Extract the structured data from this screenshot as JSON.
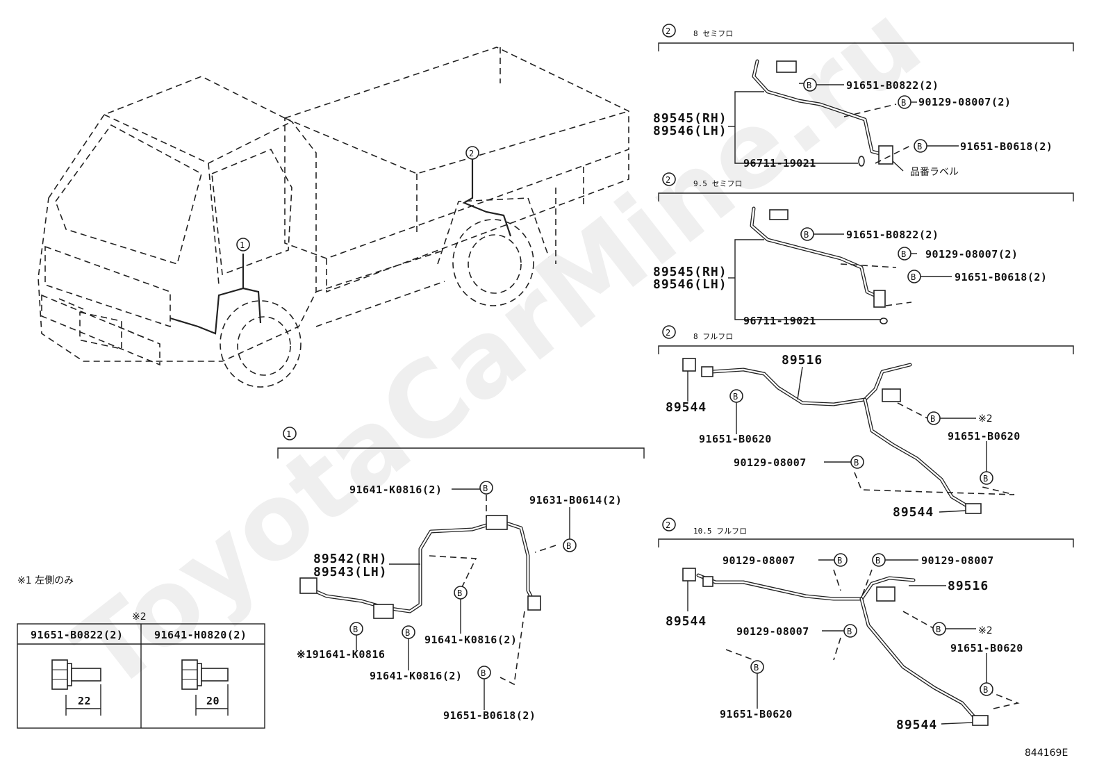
{
  "watermark": "ToyotaCarMine.ru",
  "diagram_code": "844169E",
  "note_left_only": "※1 左側のみ",
  "ref_table": {
    "mark": "※2",
    "col1": "91651-B0822(2)",
    "col2": "91641-H0820(2)",
    "dim1": "22",
    "dim2": "20"
  },
  "callout_1": "1",
  "callout_2": "2",
  "bolt_letter": "B",
  "panel_a": {
    "sub": "8 セミフロ",
    "p1": "91651-B0822(2)",
    "p2": "90129-08007(2)",
    "p3": "91651-B0618(2)",
    "rh": "89545(RH)",
    "lh": "89546(LH)",
    "clamp": "96711-19021",
    "label_note": "品番ラベル"
  },
  "panel_b": {
    "sub": "9.5 セミフロ",
    "p1": "91651-B0822(2)",
    "p2": "90129-08007(2)",
    "p3": "91651-B0618(2)",
    "rh": "89545(RH)",
    "lh": "89546(LH)",
    "clamp": "96711-19021"
  },
  "panel_c": {
    "sub": "8 フルフロ",
    "harness": "89516",
    "sensor_l": "89544",
    "b1": "91651-B0620",
    "b2": "91651-B0620",
    "b3": "90129-08007",
    "mark": "※2",
    "sensor_r": "89544"
  },
  "panel_d": {
    "sub": "10.5 フルフロ",
    "p1": "90129-08007",
    "p2": "90129-08007",
    "harness": "89516",
    "sensor_l": "89544",
    "p3": "90129-08007",
    "mark": "※2",
    "b1": "91651-B0620",
    "b2": "91651-B0620",
    "sensor_r": "89544"
  },
  "panel_1": {
    "p1": "91641-K0816(2)",
    "p2": "91631-B0614(2)",
    "rh": "89542(RH)",
    "lh": "89543(LH)",
    "p3": "91641-K0816(2)",
    "p4": "※191641-K0816",
    "p5": "91641-K0816(2)",
    "p6": "91651-B0618(2)"
  }
}
